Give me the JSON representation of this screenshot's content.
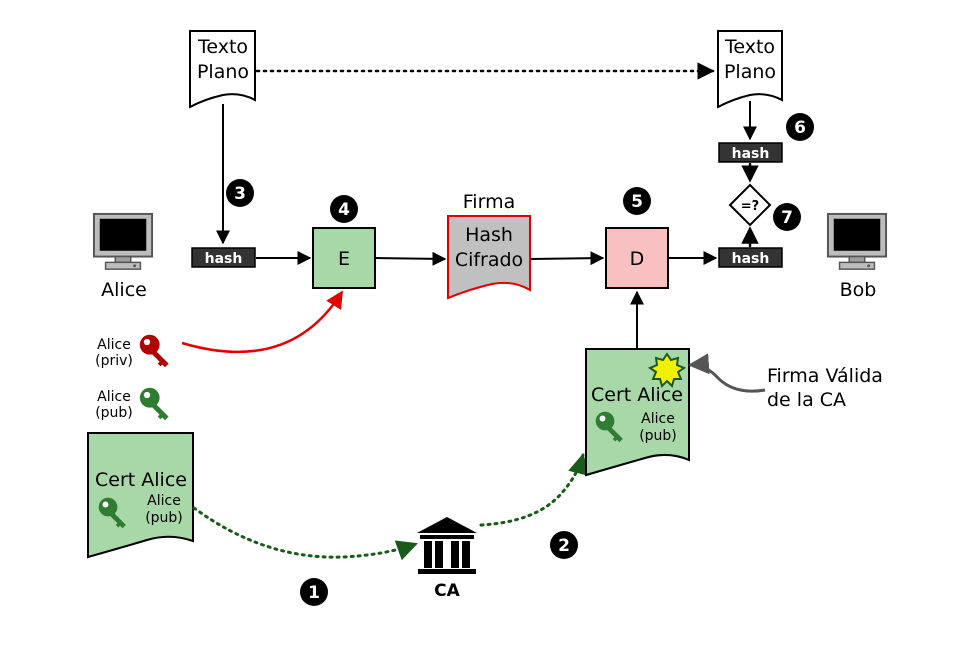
{
  "plaintext_left": {
    "line1": "Texto",
    "line2": "Plano"
  },
  "plaintext_right": {
    "line1": "Texto",
    "line2": "Plano"
  },
  "hash_label": "hash",
  "encrypt_box": "E",
  "decrypt_box": "D",
  "signature": {
    "title": "Firma",
    "line1": "Hash",
    "line2": "Cifrado"
  },
  "compare_label": "=?",
  "alice_label": "Alice",
  "bob_label": "Bob",
  "priv_key": {
    "line1": "Alice",
    "line2": "(priv)"
  },
  "pub_key": {
    "line1": "Alice",
    "line2": "(pub)"
  },
  "cert_left": {
    "title": "Cert Alice",
    "line1": "Alice",
    "line2": "(pub)"
  },
  "cert_right": {
    "title": "Cert Alice",
    "line1": "Alice",
    "line2": "(pub)"
  },
  "ca_label": "CA",
  "valid_sig": {
    "line1": "Firma Válida",
    "line2": "de la CA"
  },
  "steps": [
    "1",
    "2",
    "3",
    "4",
    "5",
    "6",
    "7"
  ],
  "colors": {
    "green_fill": "#a8d8a8",
    "green_key": "#2e7d32",
    "red_key": "#b00000",
    "red_arrow": "#e00000",
    "pink_fill": "#f8c0c0",
    "gray_fill": "#c0c0c0",
    "dotted_green": "#1a5a1a",
    "seal": "#f0f000"
  }
}
